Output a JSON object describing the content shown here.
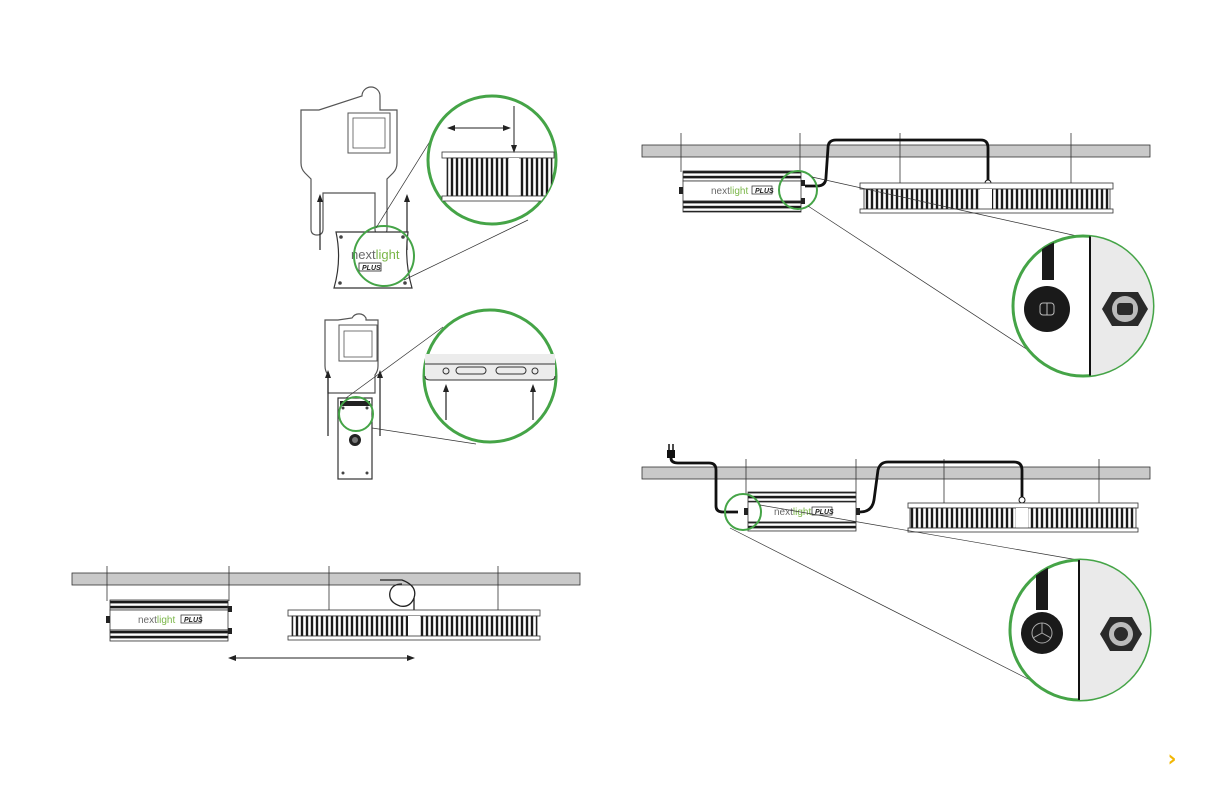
{
  "brand": {
    "part_a": "next",
    "part_b": "light",
    "badge": "PLUS"
  },
  "labels": {
    "port_top": "",
    "port_bottom": "",
    "power_port": ""
  },
  "navigation": {
    "next_glyph": "›"
  },
  "colors": {
    "accent_green": "#45a447",
    "brand_green": "#7ab648",
    "rail_gray": "#c9c9c9",
    "next_arrow": "#f2b705",
    "line": "#333333"
  },
  "fixture": {
    "slot_count": 40
  }
}
